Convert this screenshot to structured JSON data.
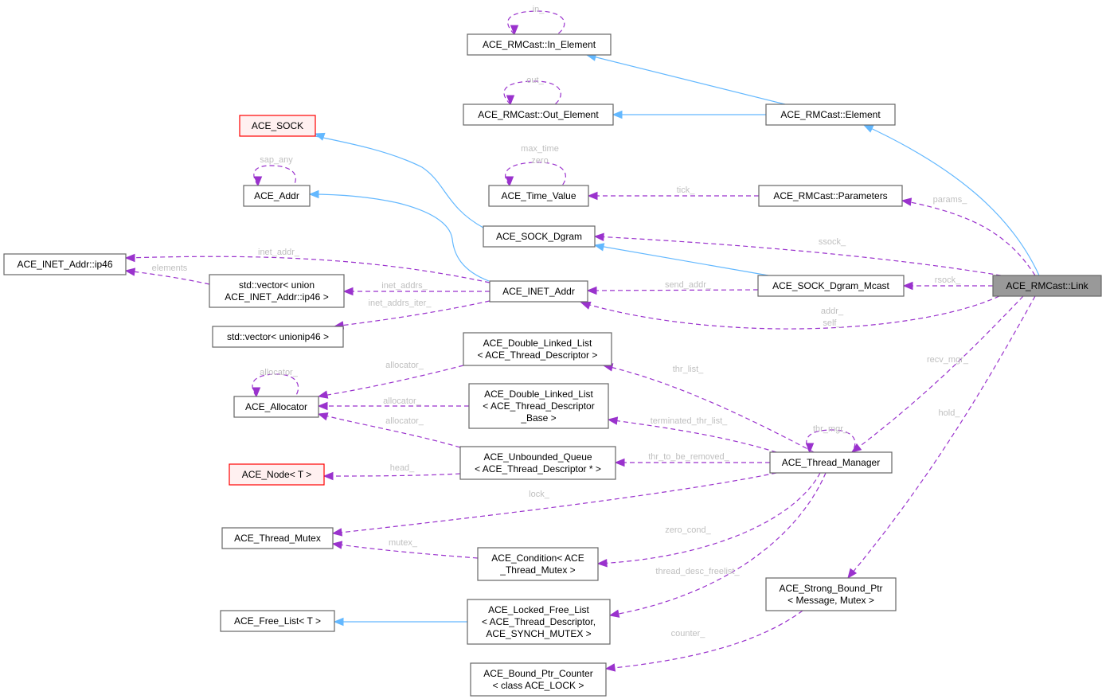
{
  "diagram": {
    "title": "Collaboration diagram for ACE_RMCast::Link",
    "colors": {
      "inheritance": "#63b8ff",
      "usage": "#9a32cd",
      "label": "#bfbfbf",
      "focus_fill": "#999999",
      "missing_border": "#ff0000"
    },
    "nodes": [
      {
        "id": "in_element",
        "lines": [
          "ACE_RMCast::In_Element"
        ],
        "kind": "normal"
      },
      {
        "id": "out_element",
        "lines": [
          "ACE_RMCast::Out_Element"
        ],
        "kind": "normal"
      },
      {
        "id": "element",
        "lines": [
          "ACE_RMCast::Element"
        ],
        "kind": "normal"
      },
      {
        "id": "ace_sock",
        "lines": [
          "ACE_SOCK"
        ],
        "kind": "missing"
      },
      {
        "id": "ace_addr",
        "lines": [
          "ACE_Addr"
        ],
        "kind": "normal"
      },
      {
        "id": "time_value",
        "lines": [
          "ACE_Time_Value"
        ],
        "kind": "normal"
      },
      {
        "id": "parameters",
        "lines": [
          "ACE_RMCast::Parameters"
        ],
        "kind": "normal"
      },
      {
        "id": "sock_dgram",
        "lines": [
          "ACE_SOCK_Dgram"
        ],
        "kind": "normal"
      },
      {
        "id": "ip46",
        "lines": [
          "ACE_INET_Addr::ip46"
        ],
        "kind": "normal"
      },
      {
        "id": "vector_union",
        "lines": [
          "std::vector< union",
          "ACE_INET_Addr::ip46 >"
        ],
        "kind": "normal"
      },
      {
        "id": "inet_addr",
        "lines": [
          "ACE_INET_Addr"
        ],
        "kind": "normal"
      },
      {
        "id": "dgram_mcast",
        "lines": [
          "ACE_SOCK_Dgram_Mcast"
        ],
        "kind": "normal"
      },
      {
        "id": "link",
        "lines": [
          "ACE_RMCast::Link"
        ],
        "kind": "focus"
      },
      {
        "id": "vector_unionip46",
        "lines": [
          "std::vector< unionip46 >"
        ],
        "kind": "normal"
      },
      {
        "id": "dll_td",
        "lines": [
          "ACE_Double_Linked_List",
          "< ACE_Thread_Descriptor >"
        ],
        "kind": "normal"
      },
      {
        "id": "allocator",
        "lines": [
          "ACE_Allocator"
        ],
        "kind": "normal"
      },
      {
        "id": "dll_tdb",
        "lines": [
          "ACE_Double_Linked_List",
          "< ACE_Thread_Descriptor",
          "_Base >"
        ],
        "kind": "normal"
      },
      {
        "id": "node_t",
        "lines": [
          "ACE_Node< T >"
        ],
        "kind": "missing"
      },
      {
        "id": "unbounded_queue",
        "lines": [
          "ACE_Unbounded_Queue",
          "< ACE_Thread_Descriptor * >"
        ],
        "kind": "normal"
      },
      {
        "id": "thread_manager",
        "lines": [
          "ACE_Thread_Manager"
        ],
        "kind": "normal"
      },
      {
        "id": "thread_mutex",
        "lines": [
          "ACE_Thread_Mutex"
        ],
        "kind": "normal"
      },
      {
        "id": "condition",
        "lines": [
          "ACE_Condition< ACE",
          "_Thread_Mutex >"
        ],
        "kind": "normal"
      },
      {
        "id": "strong_bound_ptr",
        "lines": [
          "ACE_Strong_Bound_Ptr",
          "< Message, Mutex >"
        ],
        "kind": "normal"
      },
      {
        "id": "free_list",
        "lines": [
          "ACE_Free_List< T >"
        ],
        "kind": "normal"
      },
      {
        "id": "locked_free_list",
        "lines": [
          "ACE_Locked_Free_List",
          "< ACE_Thread_Descriptor,",
          "ACE_SYNCH_MUTEX >"
        ],
        "kind": "normal"
      },
      {
        "id": "bound_ptr_counter",
        "lines": [
          "ACE_Bound_Ptr_Counter",
          "< class ACE_LOCK >"
        ],
        "kind": "normal"
      }
    ],
    "edges": [
      {
        "from": "element",
        "to": "in_element",
        "type": "inheritance",
        "label": []
      },
      {
        "from": "element",
        "to": "out_element",
        "type": "inheritance",
        "label": []
      },
      {
        "from": "in_element",
        "to": "in_element",
        "type": "usage",
        "label": [
          "in_"
        ]
      },
      {
        "from": "out_element",
        "to": "out_element",
        "type": "usage",
        "label": [
          "out_"
        ]
      },
      {
        "from": "link",
        "to": "element",
        "type": "inheritance",
        "label": []
      },
      {
        "from": "sock_dgram",
        "to": "ace_sock",
        "type": "inheritance",
        "label": []
      },
      {
        "from": "ace_addr",
        "to": "ace_addr",
        "type": "usage",
        "label": [
          "sap_any"
        ]
      },
      {
        "from": "inet_addr",
        "to": "ace_addr",
        "type": "inheritance",
        "label": []
      },
      {
        "from": "time_value",
        "to": "time_value",
        "type": "usage",
        "label": [
          "max_time",
          "zero"
        ]
      },
      {
        "from": "parameters",
        "to": "time_value",
        "type": "usage",
        "label": [
          "tick_"
        ]
      },
      {
        "from": "link",
        "to": "parameters",
        "type": "usage",
        "label": [
          "params_"
        ]
      },
      {
        "from": "link",
        "to": "sock_dgram",
        "type": "usage",
        "label": [
          "ssock_"
        ]
      },
      {
        "from": "dgram_mcast",
        "to": "sock_dgram",
        "type": "inheritance",
        "label": []
      },
      {
        "from": "inet_addr",
        "to": "ip46",
        "type": "usage",
        "label": [
          "inet_addr_"
        ]
      },
      {
        "from": "vector_union",
        "to": "ip46",
        "type": "usage",
        "label": [
          "elements"
        ]
      },
      {
        "from": "inet_addr",
        "to": "vector_union",
        "type": "usage",
        "label": [
          "inet_addrs_"
        ]
      },
      {
        "from": "inet_addr",
        "to": "vector_unionip46",
        "type": "usage",
        "label": [
          "inet_addrs_iter_"
        ]
      },
      {
        "from": "dgram_mcast",
        "to": "inet_addr",
        "type": "usage",
        "label": [
          "send_addr_"
        ]
      },
      {
        "from": "link",
        "to": "dgram_mcast",
        "type": "usage",
        "label": [
          "rsock_"
        ]
      },
      {
        "from": "link",
        "to": "inet_addr",
        "type": "usage",
        "label": [
          "addr_",
          "self_"
        ]
      },
      {
        "from": "allocator",
        "to": "allocator",
        "type": "usage",
        "label": [
          "allocator_"
        ]
      },
      {
        "from": "dll_td",
        "to": "allocator",
        "type": "usage",
        "label": [
          "allocator_"
        ]
      },
      {
        "from": "dll_tdb",
        "to": "allocator",
        "type": "usage",
        "label": [
          "allocator_"
        ]
      },
      {
        "from": "unbounded_queue",
        "to": "allocator",
        "type": "usage",
        "label": [
          "allocator_"
        ]
      },
      {
        "from": "unbounded_queue",
        "to": "node_t",
        "type": "usage",
        "label": [
          "head_"
        ]
      },
      {
        "from": "thread_manager",
        "to": "dll_td",
        "type": "usage",
        "label": [
          "thr_list_"
        ]
      },
      {
        "from": "thread_manager",
        "to": "dll_tdb",
        "type": "usage",
        "label": [
          "terminated_thr_list_"
        ]
      },
      {
        "from": "thread_manager",
        "to": "unbounded_queue",
        "type": "usage",
        "label": [
          "thr_to_be_removed_"
        ]
      },
      {
        "from": "thread_manager",
        "to": "thread_manager",
        "type": "usage",
        "label": [
          "thr_mgr_"
        ]
      },
      {
        "from": "link",
        "to": "thread_manager",
        "type": "usage",
        "label": [
          "recv_mgr_"
        ]
      },
      {
        "from": "link",
        "to": "strong_bound_ptr",
        "type": "usage",
        "label": [
          "hold_"
        ]
      },
      {
        "from": "thread_manager",
        "to": "thread_mutex",
        "type": "usage",
        "label": [
          "lock_"
        ]
      },
      {
        "from": "condition",
        "to": "thread_mutex",
        "type": "usage",
        "label": [
          "mutex_"
        ]
      },
      {
        "from": "thread_manager",
        "to": "condition",
        "type": "usage",
        "label": [
          "zero_cond_"
        ]
      },
      {
        "from": "thread_manager",
        "to": "locked_free_list",
        "type": "usage",
        "label": [
          "thread_desc_freelist_"
        ]
      },
      {
        "from": "locked_free_list",
        "to": "free_list",
        "type": "inheritance",
        "label": []
      },
      {
        "from": "strong_bound_ptr",
        "to": "bound_ptr_counter",
        "type": "usage",
        "label": [
          "counter_"
        ]
      }
    ]
  }
}
